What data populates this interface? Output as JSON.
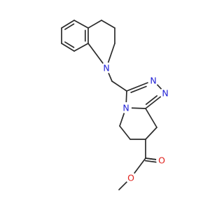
{
  "molecule": {
    "atoms": [
      {
        "id": "N1",
        "label": "N",
        "color": "#1f1fd6"
      },
      {
        "id": "N_tri1",
        "label": "N",
        "color": "#1f1fd6"
      },
      {
        "id": "N_tri2",
        "label": "N",
        "color": "#1f1fd6"
      },
      {
        "id": "N_fused",
        "label": "N",
        "color": "#1f1fd6"
      },
      {
        "id": "O_carbonyl",
        "label": "O",
        "color": "#e0201b"
      },
      {
        "id": "O_ester",
        "label": "O",
        "color": "#e0201b"
      }
    ]
  }
}
